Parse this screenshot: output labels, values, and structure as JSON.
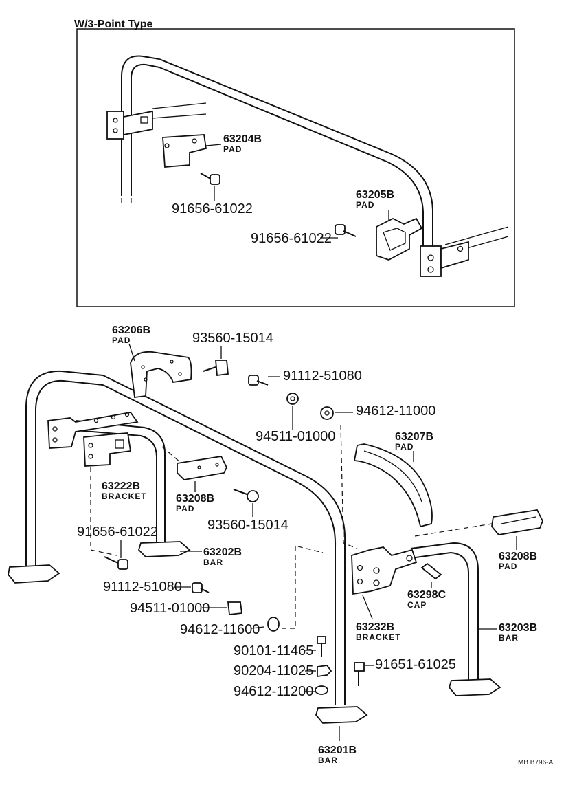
{
  "title": "W/3-Point   Type",
  "footer": "MB   B796-A",
  "labels": {
    "p63204B": {
      "num": "63204B",
      "name": "PAD"
    },
    "p63205B": {
      "num": "63205B",
      "name": "PAD"
    },
    "b91656_top1": "91656-61022",
    "b91656_top2": "91656-61022",
    "p63206B": {
      "num": "63206B",
      "name": "PAD"
    },
    "s93560_a": "93560-15014",
    "b91112_a": "91112-51080",
    "w94612_a": "94612-11000",
    "w94511_a": "94511-01000",
    "p63207B": {
      "num": "63207B",
      "name": "PAD"
    },
    "p63222B": {
      "num": "63222B",
      "name": "BRACKET"
    },
    "p63208B_a": {
      "num": "63208B",
      "name": "PAD"
    },
    "s93560_b": "93560-15014",
    "b91656_b": "91656-61022",
    "p63202B": {
      "num": "63202B",
      "name": "BAR"
    },
    "p63208B_b": {
      "num": "63208B",
      "name": "PAD"
    },
    "b91112_b": "91112-51080",
    "w94511_b": "94511-01000",
    "p63298C": {
      "num": "63298C",
      "name": "CAP"
    },
    "w94612_b": "94612-11600",
    "p63232B": {
      "num": "63232B",
      "name": "BRACKET"
    },
    "p63203B": {
      "num": "63203B",
      "name": "BAR"
    },
    "b90101": "90101-11465",
    "n90204": "90204-11025",
    "b91651": "91651-61025",
    "w94612_c": "94612-11200",
    "p63201B": {
      "num": "63201B",
      "name": "BAR"
    }
  }
}
